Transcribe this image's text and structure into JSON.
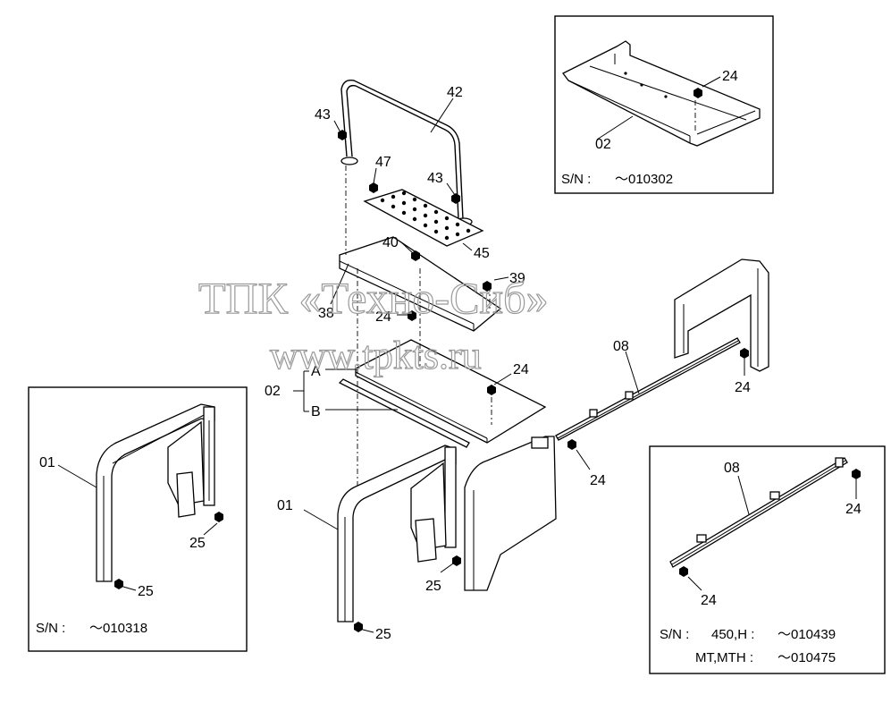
{
  "watermark": {
    "line1": "ТПК «Техно-Сиб»",
    "line2": "www.tpkts.ru"
  },
  "main_labels": {
    "n42": "42",
    "n43a": "43",
    "n43b": "43",
    "n47": "47",
    "n40": "40",
    "n45": "45",
    "n39": "39",
    "n38": "38",
    "n24a": "24",
    "n24b": "24",
    "n02": "02",
    "nA": "A",
    "nB": "B",
    "n08": "08",
    "n24c": "24",
    "n24d": "24",
    "n01": "01",
    "n25a": "25",
    "n25b": "25"
  },
  "inset_02": {
    "part": "02",
    "bolt": "24",
    "sn_prefix": "S/N :",
    "sn_value": "～010302"
  },
  "inset_01": {
    "part": "01",
    "bolt_a": "25",
    "bolt_b": "25",
    "sn_prefix": "S/N :",
    "sn_value": "～010318"
  },
  "inset_08": {
    "part": "08",
    "bolt_a": "24",
    "bolt_b": "24",
    "sn_prefix": "S/N :",
    "model_a": "450,H :",
    "value_a": "～010439",
    "model_b": "MT,MTH :",
    "value_b": "～010475"
  }
}
